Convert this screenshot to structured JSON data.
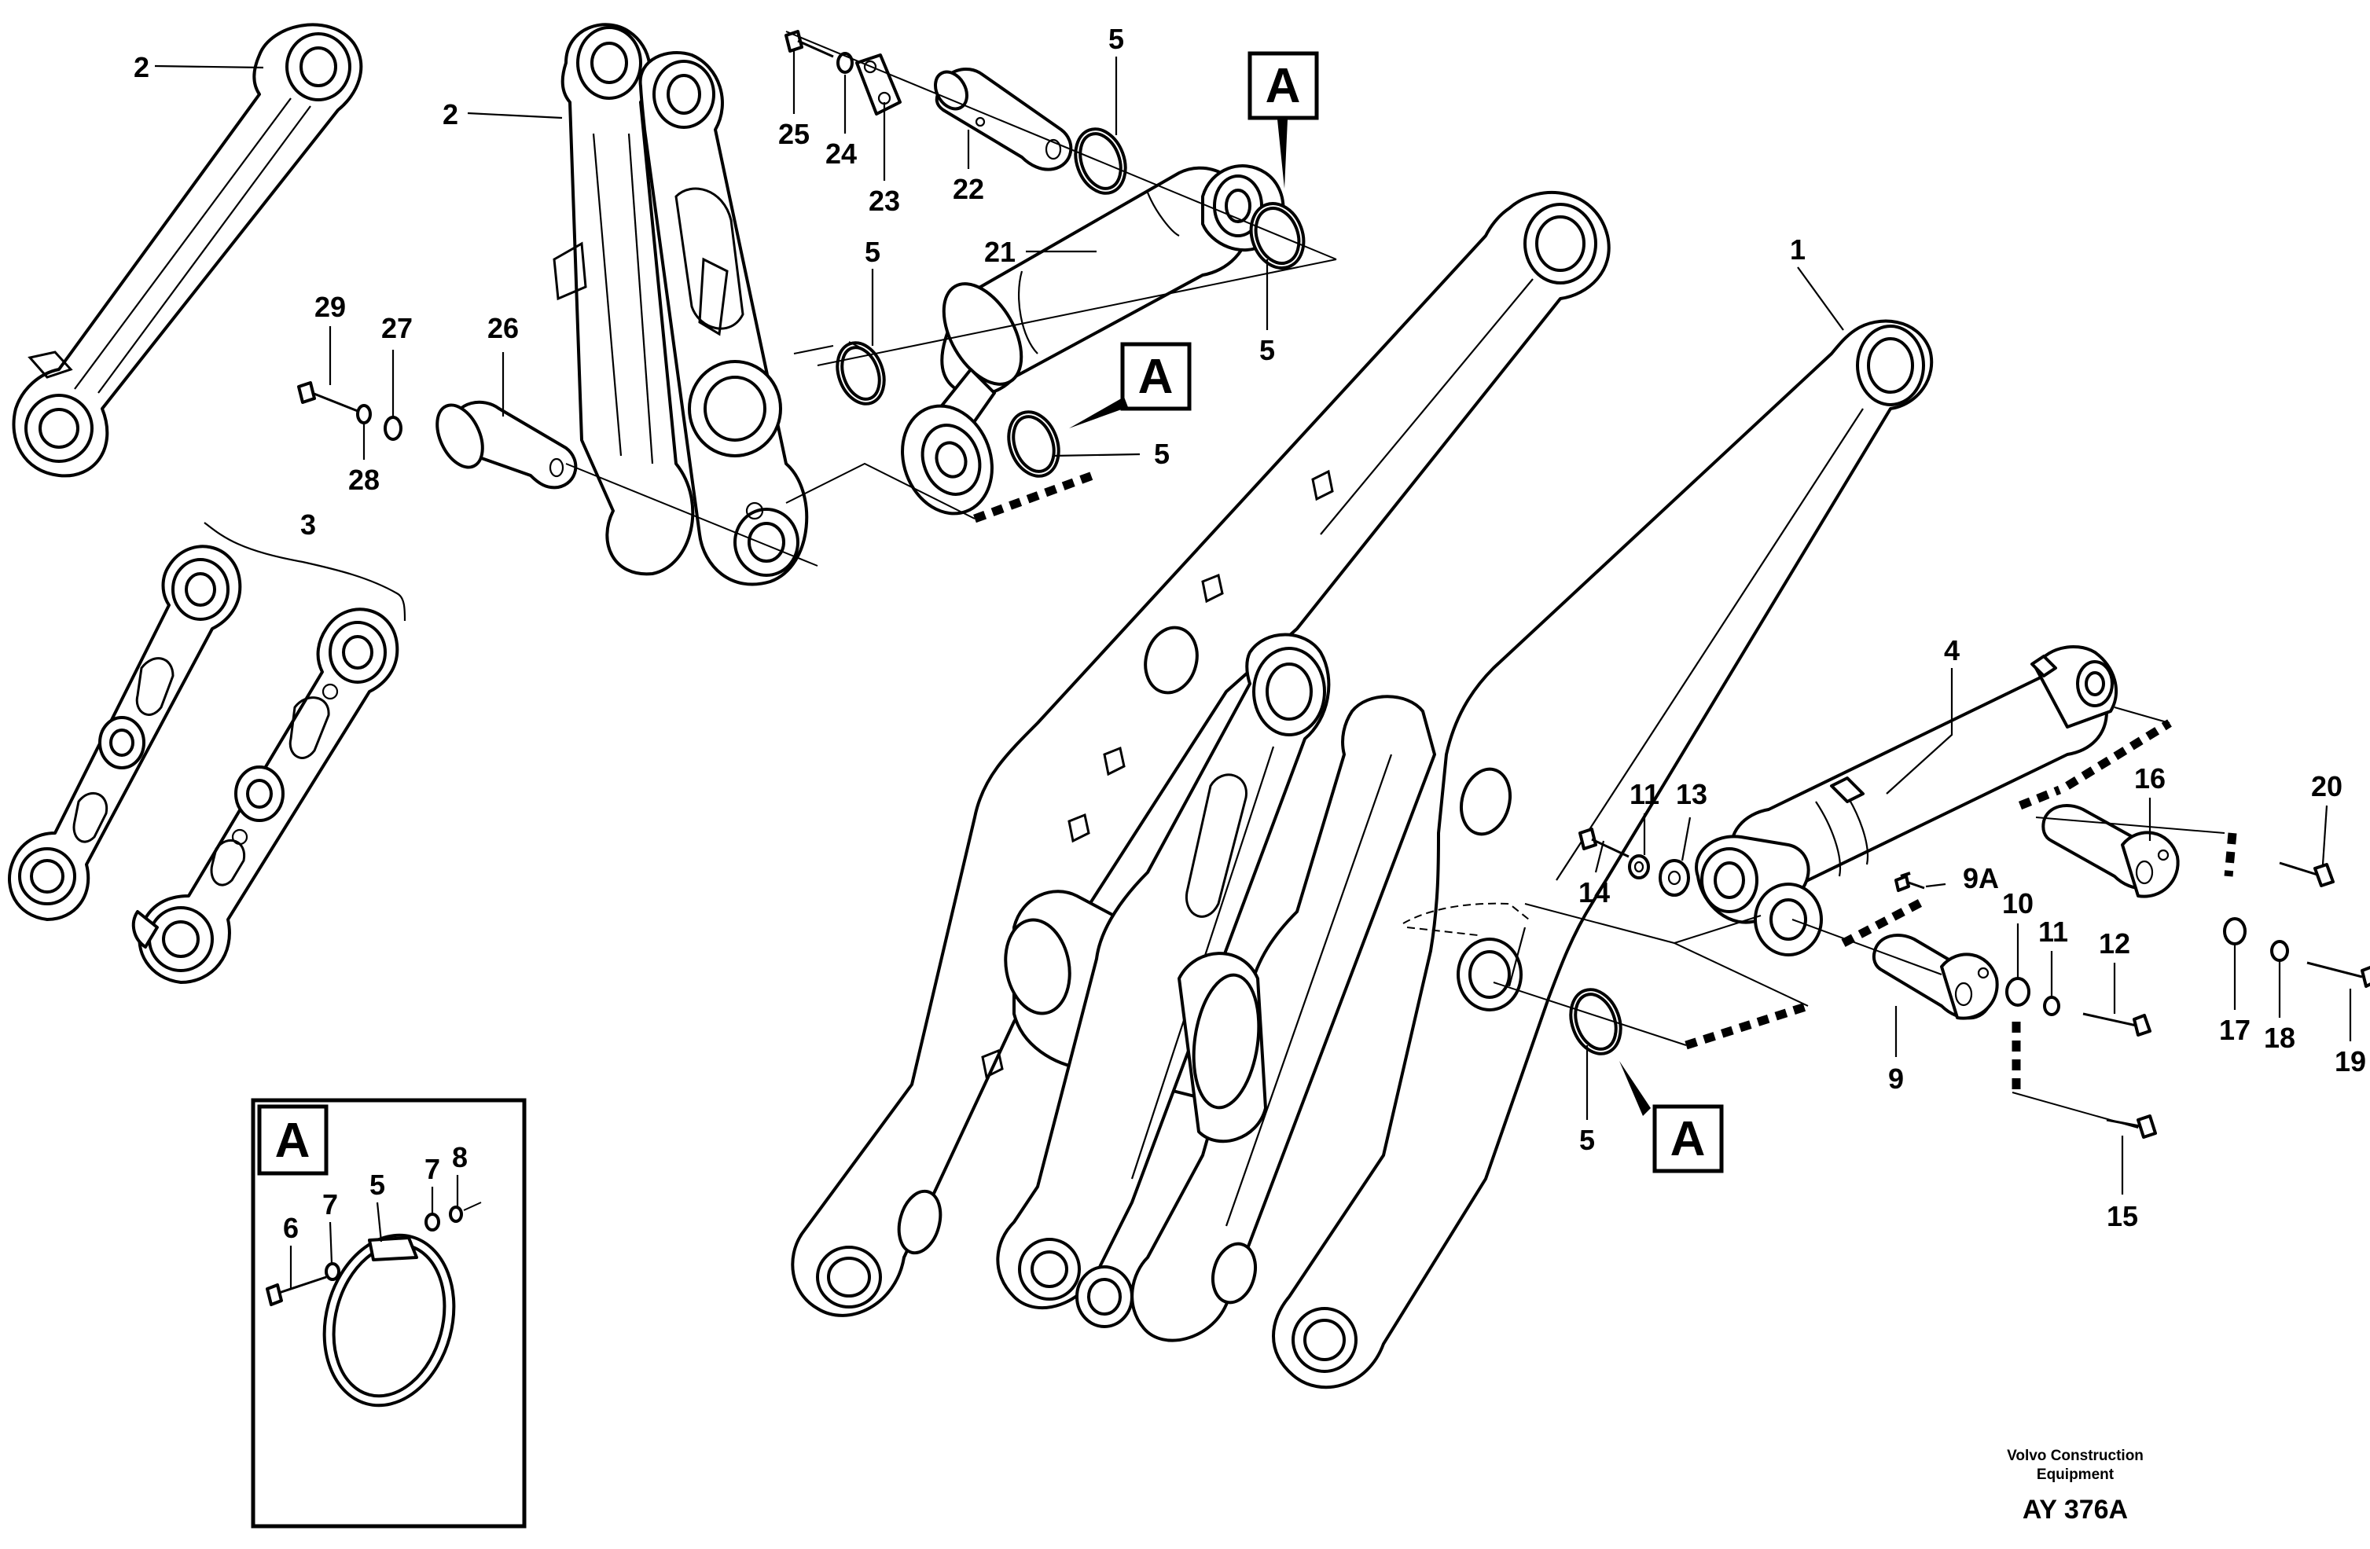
{
  "labels": {
    "l2a": "2",
    "l2b": "2",
    "l3": "3",
    "l1": "1",
    "l4": "4",
    "l5a": "5",
    "l5b": "5",
    "l5c": "5",
    "l5d": "5",
    "l5e": "5",
    "l21": "21",
    "l22": "22",
    "l23": "23",
    "l24": "24",
    "l25": "25",
    "l26": "26",
    "l27": "27",
    "l28": "28",
    "l29": "29",
    "l9": "9",
    "l9A": "9A",
    "l10": "10",
    "l11a": "11",
    "l11b": "11",
    "l12": "12",
    "l13": "13",
    "l14": "14",
    "l15": "15",
    "l16": "16",
    "l17": "17",
    "l18": "18",
    "l19": "19",
    "l20": "20",
    "i5": "5",
    "i6": "6",
    "i7a": "7",
    "i7b": "7",
    "i8": "8"
  },
  "detail_markers": {
    "a1": "A",
    "a2": "A",
    "a3": "A",
    "inset": "A"
  },
  "credit": {
    "line1": "Volvo Construction",
    "line2": "Equipment",
    "code": "AY 376A"
  },
  "icons": [
    "lift-arm-icon",
    "link-rod-icon",
    "bellcrank-icon",
    "hydraulic-cylinder-icon",
    "pin-icon",
    "snap-ring-icon",
    "bolt-icon",
    "washer-icon"
  ]
}
